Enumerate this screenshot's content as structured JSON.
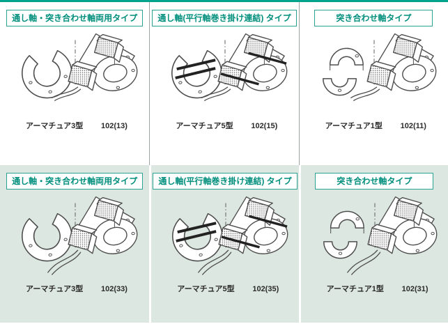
{
  "page": {
    "colors": {
      "accent_teal_bar": "#00a38e",
      "title_border": "#2ba394",
      "title_text": "#008f7d",
      "bottom_section_bg": "#dce7e1",
      "label_text": "#2b2b2b",
      "drawing_stroke": "#4d4d4d"
    }
  },
  "sections": [
    {
      "name": "top-white-section",
      "panels": [
        {
          "title": "通し軸・突き合わせ軸両用タイプ",
          "model": "アーマチュア3型",
          "page_ref": "102(13)",
          "drawing": "armature-type3-with-clutch-assembly"
        },
        {
          "title": "通し軸(平行軸巻き掛け連結) タイプ",
          "model": "アーマチュア5型",
          "page_ref": "102(15)",
          "drawing": "armature-type5-with-clutch-assembly"
        },
        {
          "title": "突き合わせ軸タイプ",
          "model": "アーマチュア1型",
          "page_ref": "102(11)",
          "drawing": "armature-type1-with-clutch-assembly"
        }
      ]
    },
    {
      "name": "bottom-green-section",
      "panels": [
        {
          "title": "通し軸・突き合わせ軸両用タイプ",
          "model": "アーマチュア3型",
          "page_ref": "102(33)",
          "drawing": "armature-type3-with-clutch-assembly-lead-wires"
        },
        {
          "title": "通し軸(平行軸巻き掛け連結) タイプ",
          "model": "アーマチュア5型",
          "page_ref": "102(35)",
          "drawing": "armature-type5-with-clutch-assembly-lead-wires"
        },
        {
          "title": "突き合わせ軸タイプ",
          "model": "アーマチュア1型",
          "page_ref": "102(31)",
          "drawing": "armature-type1-with-clutch-assembly-lead-wires"
        }
      ]
    }
  ]
}
